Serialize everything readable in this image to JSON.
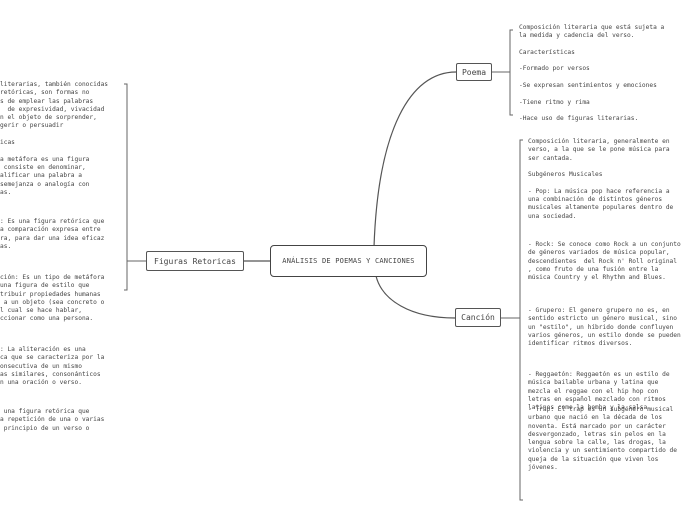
{
  "central": {
    "label": "ANÁLISIS DE POEMAS Y CANCIONES"
  },
  "right_branches": {
    "poema": {
      "label": "Poema",
      "notes": [
        "Composición literaria que está sujeta a",
        "la medida y cadencia del verso.",
        "",
        "Características",
        "",
        "-Formado por versos",
        "",
        "-Se expresan sentimientos y emociones",
        "",
        "-Tiene ritmo y rima",
        "",
        "-Hace uso de figuras literarias."
      ]
    },
    "cancion": {
      "label": "Canción",
      "intro": [
        "Composición literaria, generalmente en",
        "verso, a la que se le pone música para",
        "ser cantada.",
        "",
        "Subgéneros Musicales",
        "",
        "- Pop: La música pop hace referencia a",
        "una combinación de distintos géneros",
        "musicales altamente populares dentro de",
        "una sociedad."
      ],
      "rock": [
        "- Rock: Se conoce como Rock a un conjunto",
        "de géneros variados de música popular,",
        "descendientes  del Rock n' Roll original",
        ", como fruto de una fusión entre la",
        "música Country y el Rhythm and Blues."
      ],
      "grupero": [
        "- Grupero: El genero grupero no es, en",
        "sentido estricto un género musical, sino",
        "un \"estilo\", un híbrido donde confluyen",
        "varios géneros, un estilo donde se pueden",
        "identificar ritmos diversos."
      ],
      "reggaeton": [
        "- Reggaetón: Reggaetón es un estilo de",
        "música bailable urbana y latina que",
        "mezcla el reggae con el hip hop con",
        "letras en español mezclado con ritmos",
        "latinos como la bomba y la salsa."
      ],
      "trap": [
        "- Trap: El trap es un subgénero musical",
        "urbano que nació en la década de los",
        "noventa. Está marcado por un carácter",
        "desvergonzado, letras sin pelos en la",
        "lengua sobre la calle, las drogas, la",
        "violencia y un sentimiento compartido de",
        "queja de la situación que viven los",
        "jóvenes."
      ]
    }
  },
  "left_branch": {
    "label": "Figuras Retoricas",
    "intro": [
      "literarias, también conocidas",
      "retóricas, son formas no",
      "s de emplear las palabras",
      "  de expresividad, vivacidad",
      "n el objeto de sorprender,",
      "gerir o persuadir",
      "",
      "icas",
      "",
      "a metáfora es una figura",
      " consiste en denominar,",
      "alificar una palabra a",
      "semejanza o analogía con",
      "as."
    ],
    "simil": [
      ": Es una figura retórica que",
      "a comparación expresa entre",
      "ra, para dar una idea eficaz",
      "as."
    ],
    "personificacion": [
      "ción: Es un tipo de metáfora",
      "una figura de estilo que",
      "tribuir propiedades humanas",
      " a un objeto (sea concreto o",
      "l cual se hace hablar,",
      "ccionar como una persona."
    ],
    "aliteracion": [
      ": La aliteración es una",
      "ca que se caracteriza por la",
      "onsecutiva de un mismo",
      "as similares, consonánticos",
      "n una oración o verso."
    ],
    "anafora": [
      " una figura retórica que",
      "a repetición de una o varias",
      " principio de un verso o"
    ]
  }
}
